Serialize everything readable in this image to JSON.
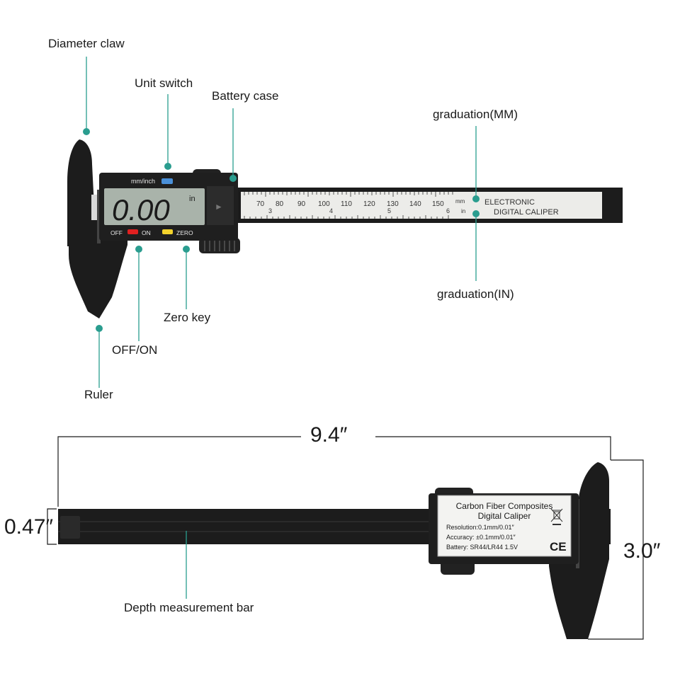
{
  "callouts": {
    "diameter_claw": "Diameter claw",
    "unit_switch": "Unit switch",
    "battery_case": "Battery case",
    "graduation_mm": "graduation(MM)",
    "graduation_in": "graduation(IN)",
    "zero_key": "Zero key",
    "off_on": "OFF/ON",
    "ruler": "Ruler",
    "depth_bar": "Depth measurement bar"
  },
  "display": {
    "unit_button_label": "mm/inch",
    "reading": "0.00",
    "unit": "in",
    "off_label": "OFF",
    "on_label": "ON",
    "zero_label": "ZERO"
  },
  "scale": {
    "mm_numbers": [
      "70",
      "80",
      "90",
      "100",
      "110",
      "120",
      "130",
      "140",
      "150"
    ],
    "mm_unit": "mm",
    "in_unit": "in",
    "in_numbers": [
      "3",
      "4",
      "5",
      "6"
    ],
    "brand_line1": "ELECTRONIC",
    "brand_line2": "DIGITAL CALIPER"
  },
  "dimensions": {
    "length": "9.4″",
    "thickness": "0.47″",
    "height": "3.0″"
  },
  "spec_label": {
    "line1": "Carbon Fiber Composites",
    "line2": "Digital Caliper",
    "resolution": "Resolution:0.1mm/0.01″",
    "accuracy": "Accuracy: ±0.1mm/0.01″",
    "battery": "Battery: SR44/LR44 1.5V",
    "ce_mark": "CE"
  },
  "colors": {
    "accent_dot": "#2a9d8f",
    "body_black": "#1c1c1c",
    "lcd": "#a9b3aa",
    "button_red": "#e02020",
    "button_yellow": "#f2d22c",
    "button_blue": "#4a90d9"
  }
}
